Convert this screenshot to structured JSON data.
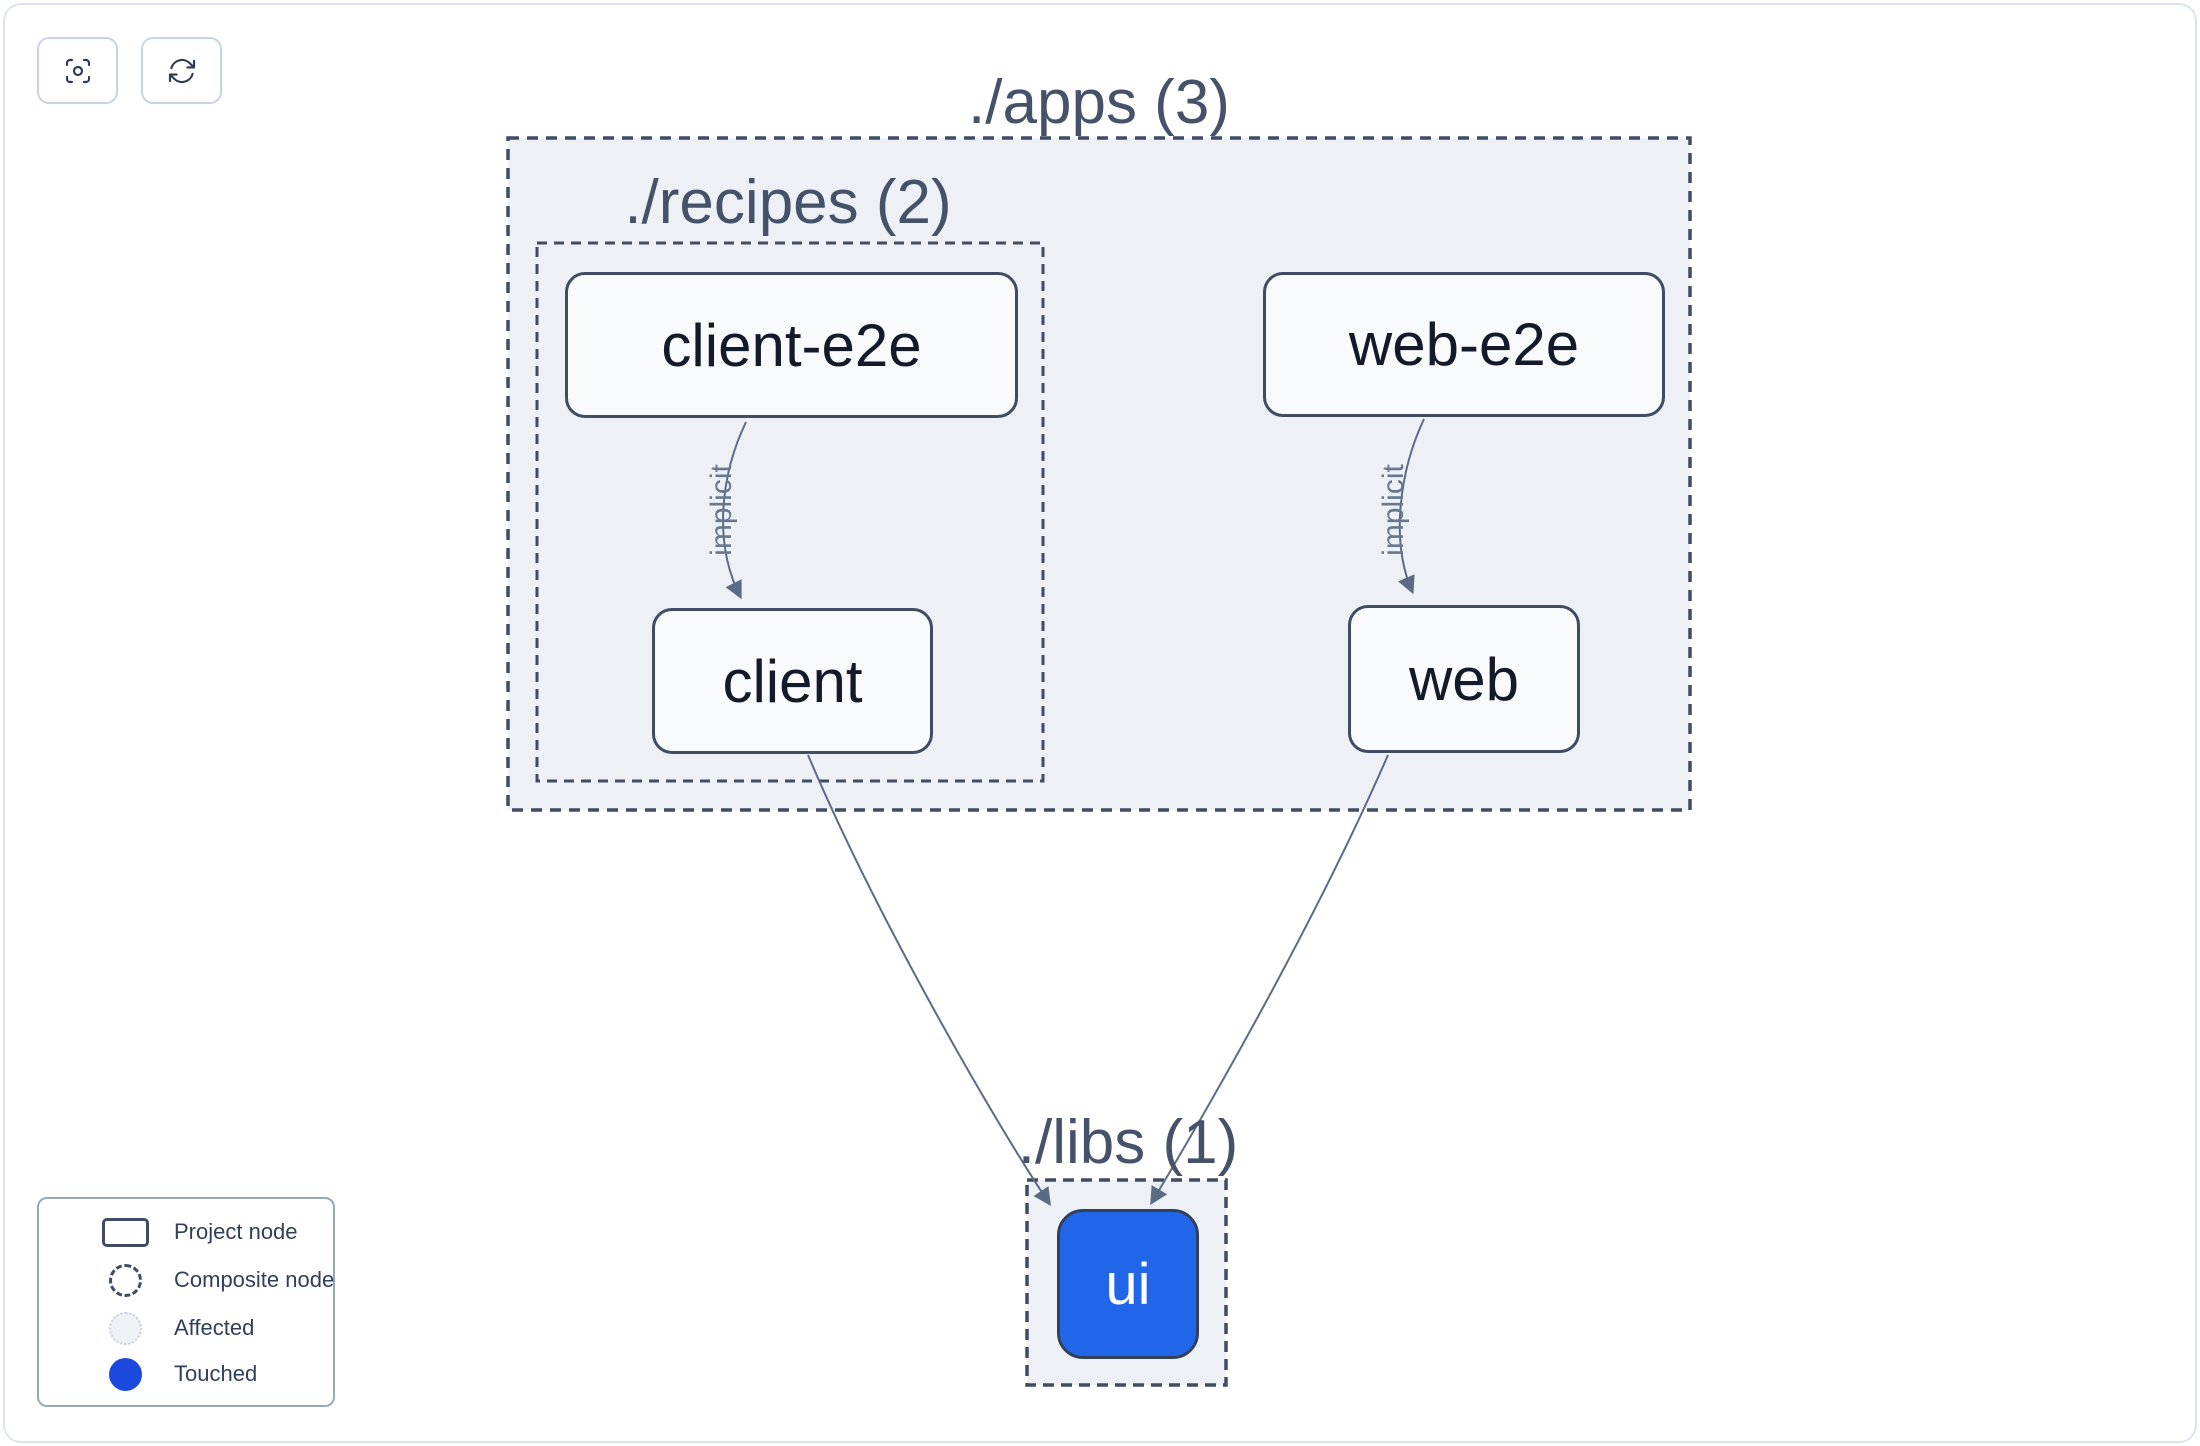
{
  "toolbar": {
    "focus_button": {
      "icon": "viewfinder-circle-icon"
    },
    "refresh_button": {
      "icon": "refresh-icon"
    }
  },
  "groups": {
    "apps": {
      "label": "./apps (3)"
    },
    "recipes": {
      "label": "./recipes (2)"
    },
    "libs": {
      "label": "./libs (1)"
    }
  },
  "nodes": {
    "client_e2e": {
      "label": "client-e2e",
      "state": "normal"
    },
    "client": {
      "label": "client",
      "state": "normal"
    },
    "web_e2e": {
      "label": "web-e2e",
      "state": "normal"
    },
    "web": {
      "label": "web",
      "state": "normal"
    },
    "ui": {
      "label": "ui",
      "state": "touched"
    }
  },
  "edges": {
    "client_e2e_to_client": {
      "from": "client-e2e",
      "to": "client",
      "label": "implicit"
    },
    "web_e2e_to_web": {
      "from": "web-e2e",
      "to": "web",
      "label": "implicit"
    },
    "client_to_ui": {
      "from": "client",
      "to": "ui",
      "label": ""
    },
    "web_to_ui": {
      "from": "web",
      "to": "ui",
      "label": ""
    }
  },
  "legend": {
    "items": [
      {
        "icon": "project-node-icon",
        "label": "Project node"
      },
      {
        "icon": "composite-node-icon",
        "label": "Composite node"
      },
      {
        "icon": "affected-icon",
        "label": "Affected"
      },
      {
        "icon": "touched-icon",
        "label": "Touched"
      }
    ]
  },
  "colors": {
    "touched_blue": "#2166e9",
    "legend_touched_blue": "#1c49dd",
    "composite_fill": "#edf1f6",
    "dash_border": "#3f4c63",
    "node_fill": "#f9fafc",
    "node_text": "#131a2a",
    "group_title_text": "#46526a",
    "edge": "#5c6b85",
    "edge_label_text": "#68768e",
    "card_border": "#dde3ee"
  }
}
